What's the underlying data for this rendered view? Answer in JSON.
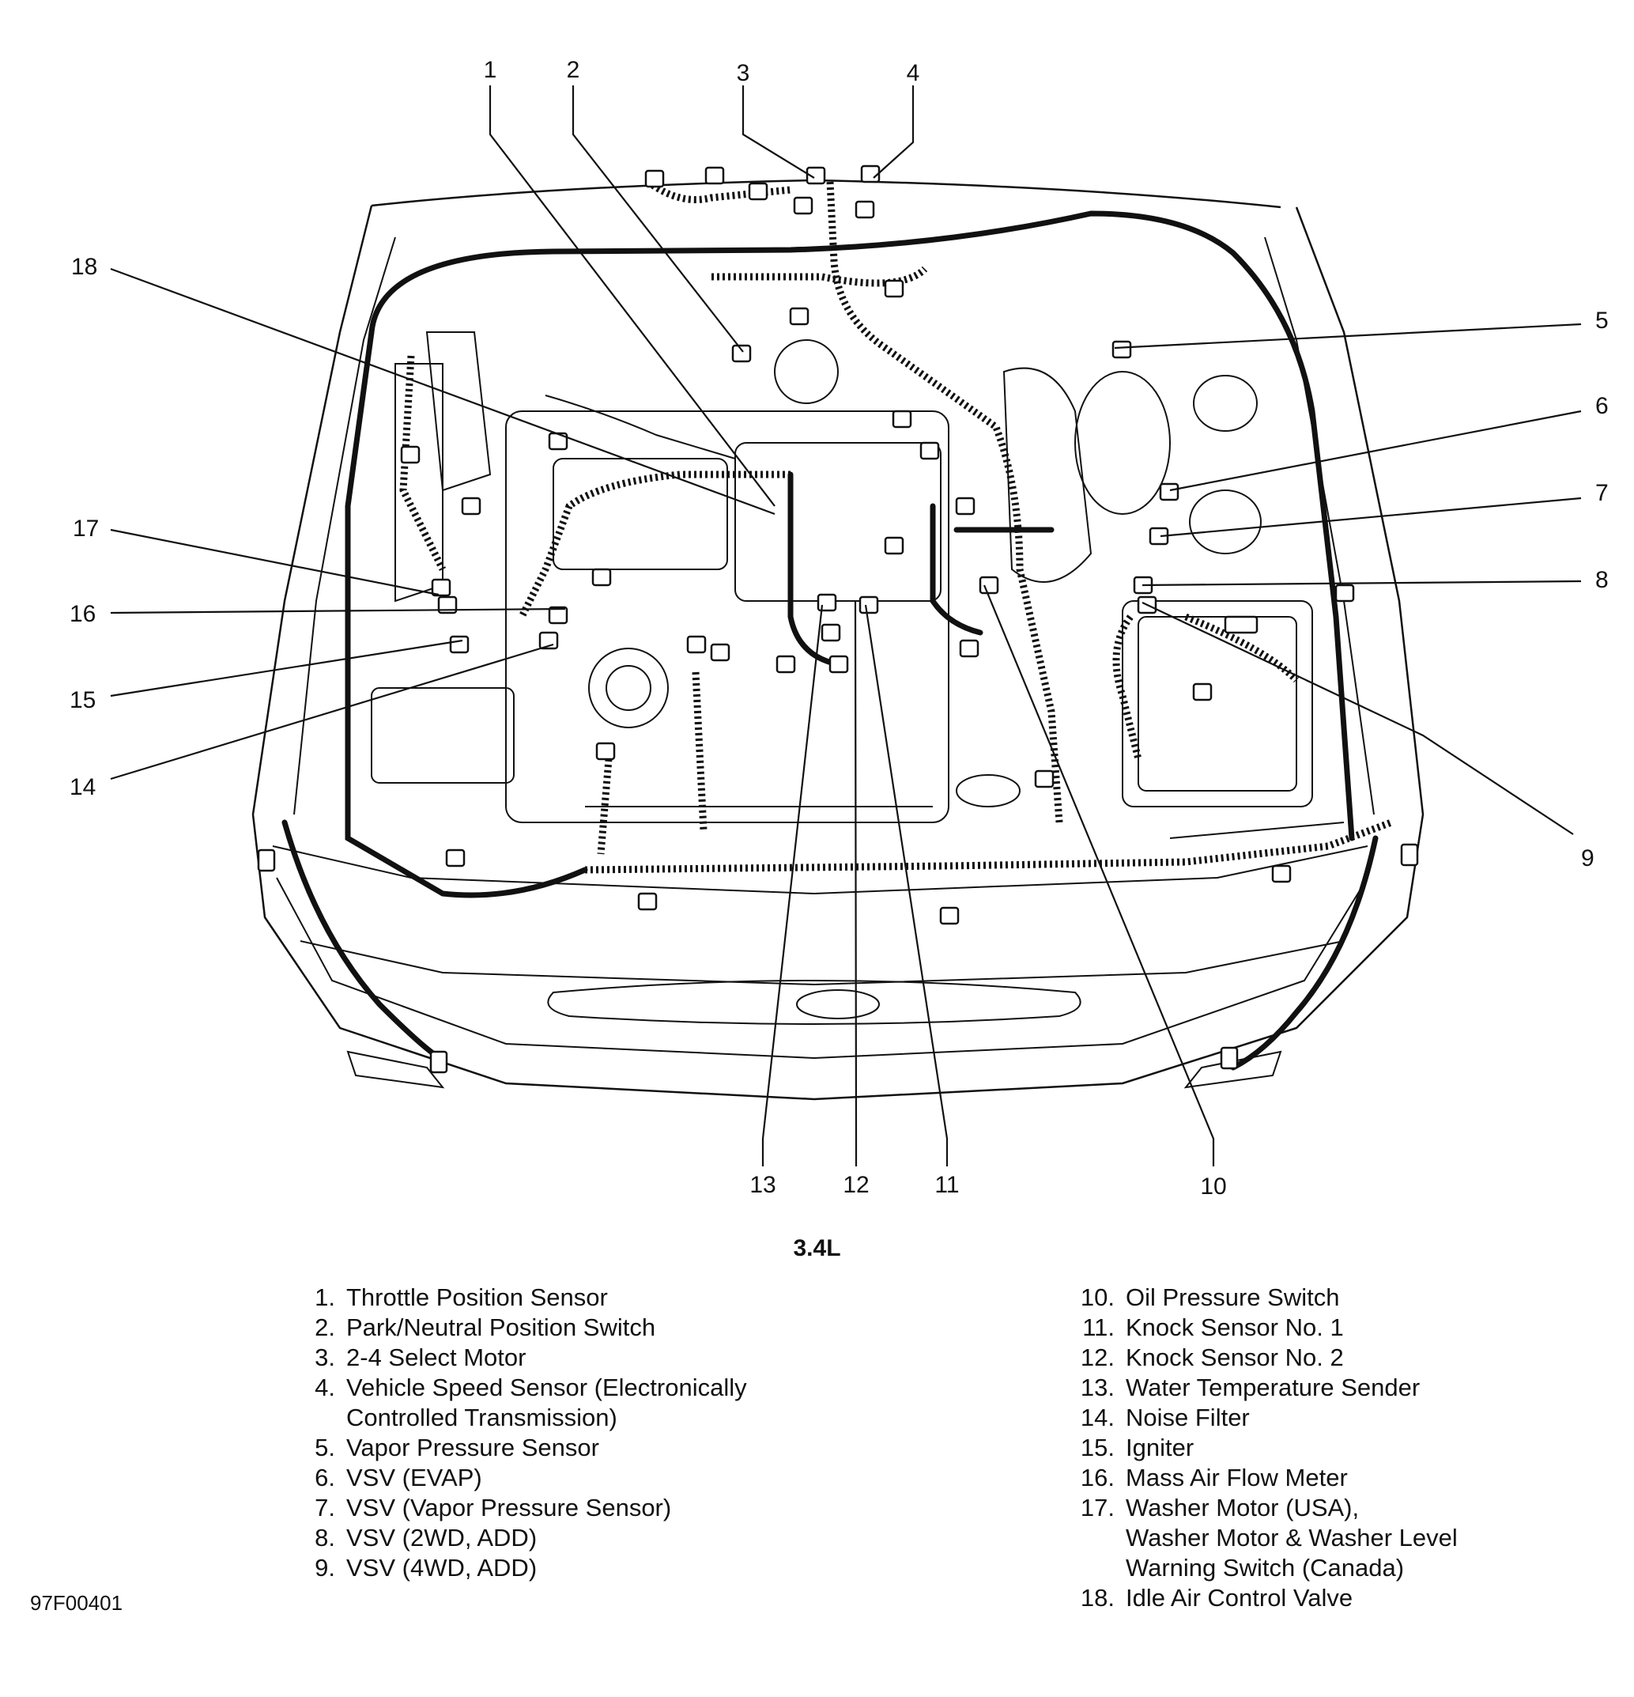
{
  "callouts": [
    "1",
    "2",
    "3",
    "4",
    "5",
    "6",
    "7",
    "8",
    "9",
    "10",
    "11",
    "12",
    "13",
    "14",
    "15",
    "16",
    "17",
    "18"
  ],
  "caption": "3.4L",
  "legend_left": [
    {
      "n": "1.",
      "t": "Throttle Position Sensor"
    },
    {
      "n": "2.",
      "t": "Park/Neutral Position Switch"
    },
    {
      "n": "3.",
      "t": "2-4 Select Motor"
    },
    {
      "n": "4.",
      "t": "Vehicle Speed Sensor (Electronically\nControlled Transmission)"
    },
    {
      "n": "5.",
      "t": "Vapor Pressure Sensor"
    },
    {
      "n": "6.",
      "t": "VSV (EVAP)"
    },
    {
      "n": "7.",
      "t": "VSV (Vapor Pressure Sensor)"
    },
    {
      "n": "8.",
      "t": "VSV (2WD, ADD)"
    },
    {
      "n": "9.",
      "t": "VSV (4WD, ADD)"
    }
  ],
  "legend_right": [
    {
      "n": "10.",
      "t": "Oil Pressure Switch"
    },
    {
      "n": "11.",
      "t": "Knock Sensor No. 1"
    },
    {
      "n": "12.",
      "t": "Knock Sensor No. 2"
    },
    {
      "n": "13.",
      "t": "Water Temperature Sender"
    },
    {
      "n": "14.",
      "t": "Noise Filter"
    },
    {
      "n": "15.",
      "t": "Igniter"
    },
    {
      "n": "16.",
      "t": "Mass Air Flow Meter"
    },
    {
      "n": "17.",
      "t": "Washer Motor (USA),\nWasher Motor & Washer Level\nWarning Switch (Canada)"
    },
    {
      "n": "18.",
      "t": "Idle Air Control Valve"
    }
  ],
  "figure_code": "97F00401"
}
